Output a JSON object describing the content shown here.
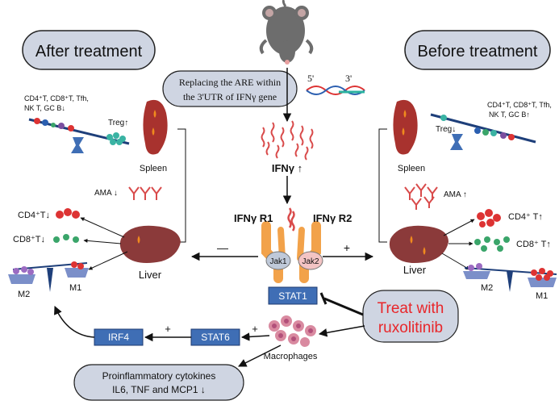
{
  "headers": {
    "after": "After treatment",
    "before": "Before treatment"
  },
  "mechanism": {
    "are_replacement": [
      "Replacing the ARE within",
      "the 3'UTR of  IFNγ gene"
    ],
    "utr_5": "5'",
    "utr_3": "3'",
    "ifng_up": "IFNγ ↑",
    "receptor_r1": "IFNγ R1",
    "receptor_r2": "IFNγ R2",
    "jak1": "Jak1",
    "jak2": "Jak2",
    "stat1": "STAT1",
    "minus": "—",
    "plus": "+"
  },
  "after_panel": {
    "cells_low": [
      "CD4⁺T, CD8⁺T, Tfh,",
      "NK T,  GC B↓"
    ],
    "treg": "Treg↑",
    "spleen": "Spleen",
    "ama": "AMA ↓",
    "cd4": "CD4⁺T↓",
    "cd8": "CD8⁺T↓",
    "liver": "Liver",
    "m2": "M2",
    "m1": "M1"
  },
  "before_panel": {
    "cells_high": [
      "CD4⁺T, CD8⁺T, Tfh,",
      "NK T,   GC B↑"
    ],
    "treg": "Treg↓",
    "spleen": "Spleen",
    "ama": "AMA ↑",
    "cd4": "CD4⁺ T↑",
    "cd8": "CD8⁺ T↑",
    "liver": "Liver",
    "m2": "M2",
    "m1": "M1"
  },
  "treatment": {
    "label": [
      "Treat with",
      "ruxolitinib"
    ],
    "color": "#e8262a"
  },
  "bottom": {
    "irf4": "IRF4",
    "stat6": "STAT6",
    "plus1": "+",
    "plus2": "+",
    "macrophages": "Macrophages",
    "cytokines": [
      "Proinflammatory cytokines",
      "IL6, TNF and MCP1 ↓"
    ]
  },
  "colors": {
    "pill_fill": "#cfd5e2",
    "box_blue": "#3f6eb5",
    "liver": "#8b3a3a",
    "spleen": "#a8322e",
    "receptor": "#f2a24a"
  }
}
